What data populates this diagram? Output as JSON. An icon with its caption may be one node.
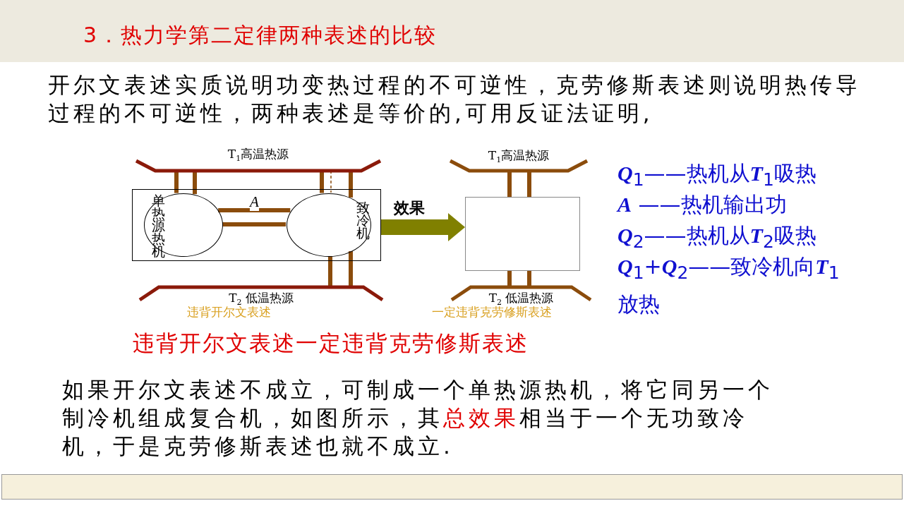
{
  "diagram": {
    "title": "3．热力学第二定律两种表述的比较",
    "nodes": [
      {
        "text": [
          "T$_{1}$高温热源"
        ]
      },
      {
        "text": [],
        "shape": "box"
      },
      {
        "text": [
          "单热源热机"
        ],
        "in": 1
      },
      {
        "text": [
          "致冷机"
        ],
        "in": 1
      },
      {
        "text": [
          "T$_{2}$ 低温热源"
        ],
        "beside": [
          "违背开尔文表述"
        ]
      },
      {
        "text": [
          "T$_{1}$高温热源"
        ]
      },
      {
        "text": [],
        "shape": "box"
      },
      {
        "text": [
          "T$_{2}$ 低温热源"
        ],
        "beside": [
          "一定违背克劳修斯表述"
        ]
      }
    ],
    "edges": [
      {
        "from": 0,
        "to": 2,
        "arrow": "none"
      },
      {
        "from": 0,
        "to": 2,
        "arrow": "none"
      },
      {
        "from": 2,
        "to": 3,
        "arrow": "none",
        "label": "A"
      },
      {
        "from": 3,
        "to": 0,
        "arrow": "none"
      },
      {
        "from": 0,
        "to": 3,
        "arrow": "none",
        "style": "dashed"
      },
      {
        "from": 2,
        "to": 3,
        "arrow": "none"
      },
      {
        "from": 3,
        "to": 4,
        "arrow": "none"
      },
      {
        "from": 0,
        "to": 3,
        "arrow": "none"
      },
      {
        "from": 3,
        "to": 4,
        "arrow": "none"
      },
      {
        "from": 5,
        "to": 6,
        "arrow": "none"
      },
      {
        "from": 6,
        "to": 7,
        "arrow": "none"
      },
      {
        "from": 5,
        "to": 6,
        "arrow": "none"
      },
      {
        "from": 6,
        "to": 7,
        "arrow": "none"
      },
      {
        "from": 1,
        "to": 6,
        "arrow": "to",
        "label": "效果",
        "style": "thick",
        "color": "#808000"
      }
    ],
    "labels": [
      "开尔文表述实质说明功变热过程的不可逆性，克劳修斯表述则说明热传导过程的不可逆性，两种表述是等价的,可用反证法证明,",
      "**Q**$_{1}$——热机从**T**$_{1}$吸热",
      "**A** ——热机输出功",
      "**Q**$_{2}$——热机从**T**$_{2}$吸热",
      "**Q**$_{1}$+**Q**$_{2}$——致冷机向**T**$_{1}$放热",
      "违背开尔文表述一定违背克劳修斯表述",
      "如果开尔文表述不成立，可制成一个单热源热机，将它同另一个制冷机组成复合机，如图所示，其**总效果**相当于一个无功致冷机，于是克劳修斯表述也就不成立."
    ]
  }
}
